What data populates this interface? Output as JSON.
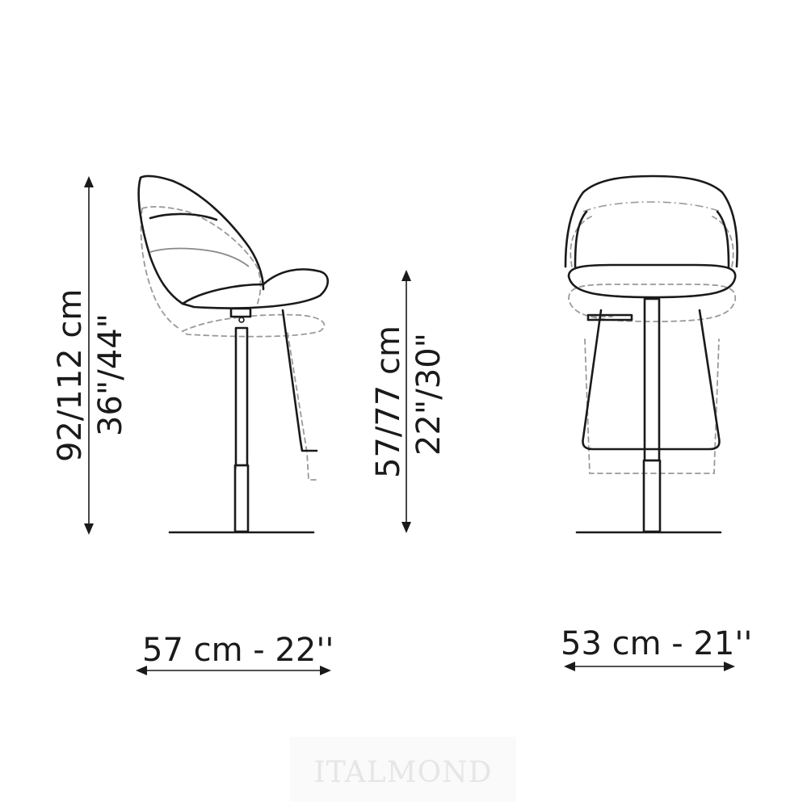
{
  "dimensions": {
    "total_height_metric": "92/112 cm",
    "total_height_imperial": "36\"/44\"",
    "seat_height_metric": "57/77 cm",
    "seat_height_imperial": "22\"/30\"",
    "depth": "57 cm - 22''",
    "width": "53 cm - 21''"
  },
  "watermark": "ITALMOND",
  "colors": {
    "line": "#1a1a1a",
    "dashed": "#9a9a9a",
    "watermark": "#e6e6e6"
  }
}
